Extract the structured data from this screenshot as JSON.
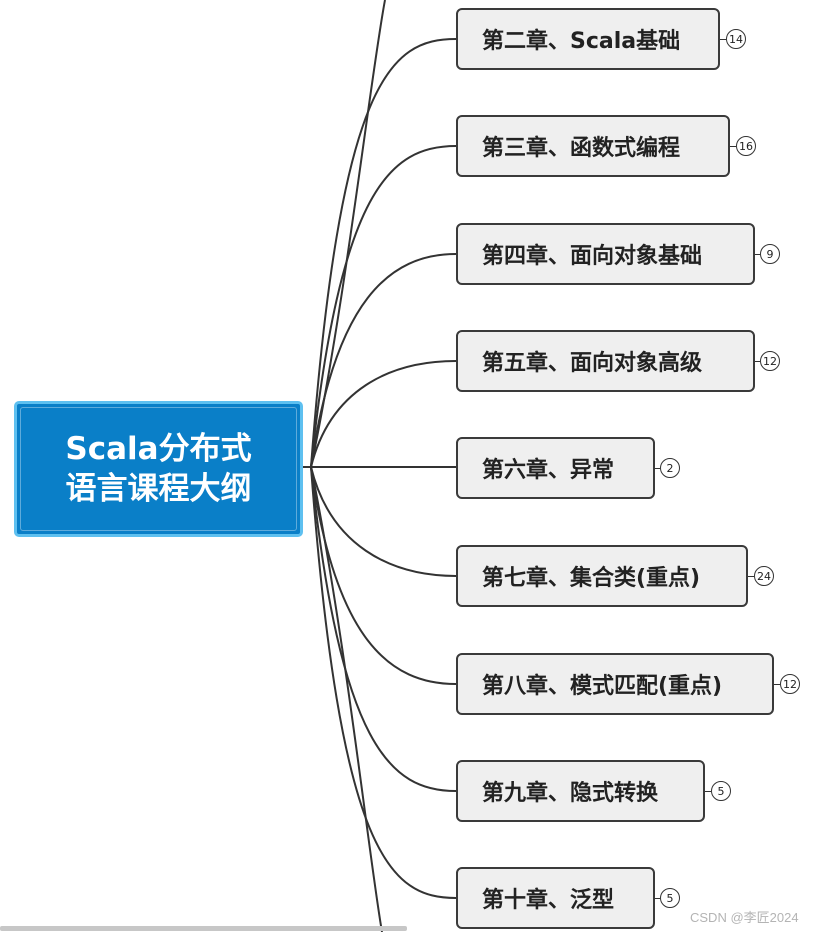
{
  "root": {
    "line1": "Scala分布式",
    "line2": "语言课程大纲"
  },
  "topics": [
    {
      "label": "第二章、Scala基础",
      "count": "14"
    },
    {
      "label": "第三章、函数式编程",
      "count": "16"
    },
    {
      "label": "第四章、面向对象基础",
      "count": "9"
    },
    {
      "label": "第五章、面向对象高级",
      "count": "12"
    },
    {
      "label": "第六章、异常",
      "count": "2"
    },
    {
      "label": "第七章、集合类(重点)",
      "count": "24"
    },
    {
      "label": "第八章、模式匹配(重点)",
      "count": "12"
    },
    {
      "label": "第九章、隐式转换",
      "count": "5"
    },
    {
      "label": "第十章、泛型",
      "count": "5"
    }
  ],
  "watermark": "CSDN @李匠2024",
  "colors": {
    "root_fill": "#0a7fc8",
    "root_border": "#5ec0f0",
    "topic_fill": "#efefef",
    "line": "#333333"
  }
}
